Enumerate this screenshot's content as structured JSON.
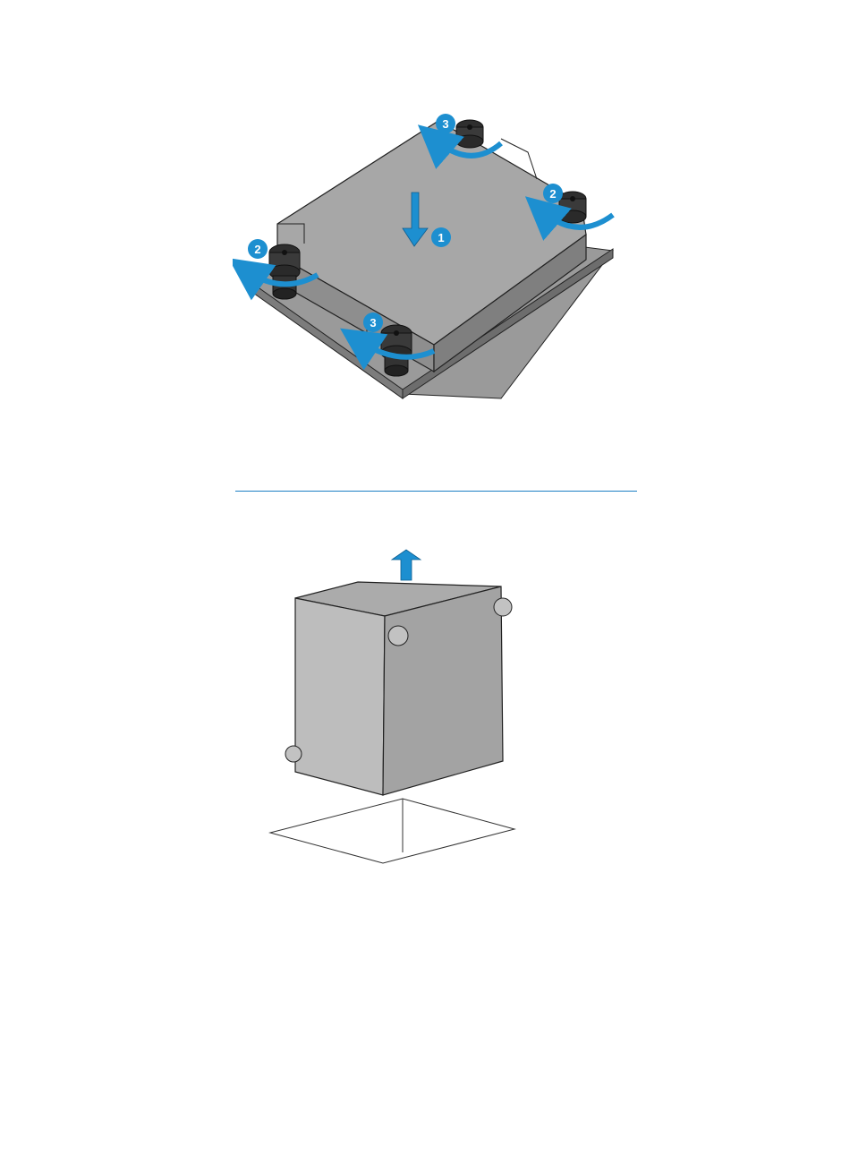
{
  "figures": {
    "heatsink_install": {
      "steps": {
        "press_down": "1",
        "loosen_pair_a": "2",
        "loosen_pair_b": "3"
      }
    }
  },
  "colors": {
    "accent": "#1d8fd0",
    "rule": "#1d7fc4",
    "metal": "#a9a9a9",
    "metal_dark": "#8e8e8e",
    "screw": "#3a3a3a"
  }
}
